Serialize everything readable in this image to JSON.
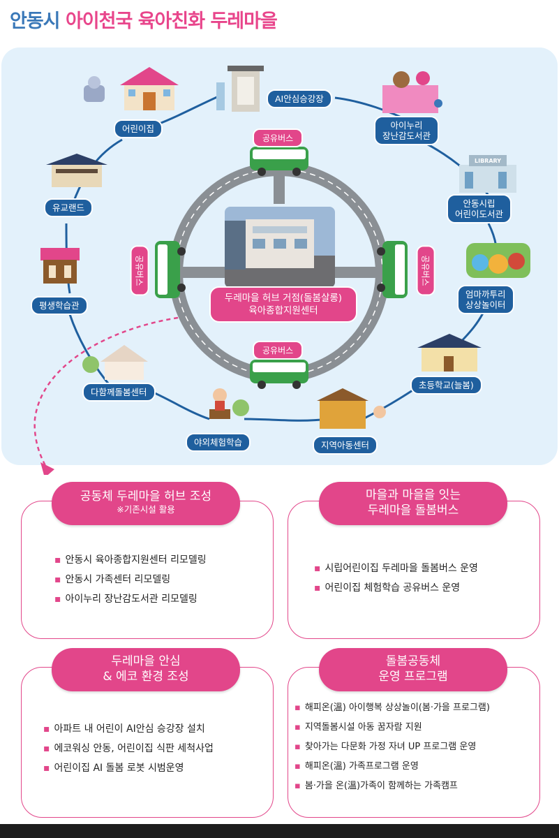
{
  "title": {
    "part1": "안동시",
    "part2": "아이천국 육아친화 두레마을"
  },
  "hub": {
    "line1": "두레마을 허브 거점(돌봄살롱)",
    "line2": "육아종합지원센터"
  },
  "buses": {
    "top": "공유버스",
    "bottom": "공유버스",
    "left": "공유버스",
    "right": "공유버스"
  },
  "facilities": {
    "ai_elevator": "AI안심승강장",
    "daycare": "어린이집",
    "toy_library_1": "아이누리",
    "toy_library_2": "장난감도서관",
    "yugyo_land": "유교랜드",
    "child_library_1": "안동시립",
    "child_library_2": "어린이도서관",
    "lifelong": "평생학습관",
    "playground_1": "엄마까투리",
    "playground_2": "상상놀이터",
    "elementary": "초등학교(늘봄)",
    "dahamkke": "다함께돌봄센터",
    "outdoor": "야외체험학습",
    "local_center": "지역아동센터",
    "library_sign": "LIBRARY"
  },
  "cards": [
    {
      "head1": "공동체 두레마을 허브 조성",
      "note": "※기존시설 활용",
      "items": [
        "안동시 육아종합지원센터 리모델링",
        "안동시 가족센터 리모델링",
        "아이누리 장난감도서관 리모델링"
      ]
    },
    {
      "head1": "마을과 마을을 잇는",
      "head2": "두레마을 돌봄버스",
      "items": [
        "시립어린이집 두레마을 돌봄버스 운영",
        "어린이집 체험학습 공유버스 운영"
      ]
    },
    {
      "head1": "두레마을 안심",
      "head2": "& 에코 환경 조성",
      "items": [
        "아파트 내 어린이 AI안심 승강장 설치",
        "에코워싱 안동, 어린이집 식판 세척사업",
        "어린이집 AI 돌봄 로봇 시범운영"
      ]
    },
    {
      "head1": "돌봄공동체",
      "head2": "운영 프로그램",
      "items": [
        "해피온(溫) 아이행복 상상놀이(봄·가을 프로그램)",
        "지역돌봄시설 아동 꿈자람 지원",
        "찾아가는 다문화 가정 자녀 UP 프로그램 운영",
        "해피온(溫) 가족프로그램 운영",
        "봄·가을 온(溫)가족이 함께하는 가족캠프"
      ]
    }
  ],
  "colors": {
    "pink": "#e2468a",
    "navy": "#1f5f9e",
    "title_blue": "#3a78b8",
    "panel": "#e3f1fb",
    "bus_green": "#3aa04a"
  }
}
